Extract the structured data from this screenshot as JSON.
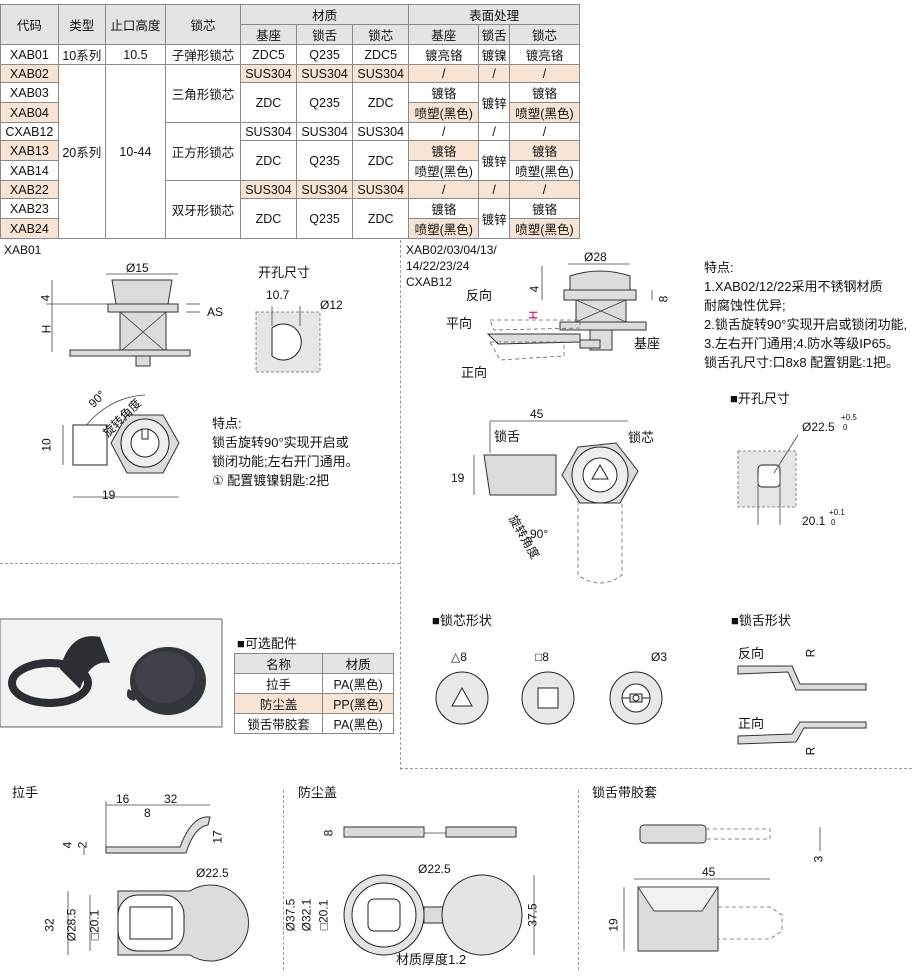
{
  "spec_table": {
    "headers": {
      "code": "代码",
      "type": "类型",
      "stop_height": "止口高度",
      "lock": "锁芯",
      "material": "材质",
      "surface": "表面处理"
    },
    "sub_headers": {
      "m_base": "基座",
      "m_tongue": "锁舌",
      "m_core": "锁芯",
      "s_base": "基座",
      "s_tongue": "锁舌",
      "s_core": "锁芯"
    },
    "rows": [
      {
        "code": "XAB01",
        "type": "10系列",
        "stop": "10.5",
        "lock": "子弹形锁芯",
        "m_base": "ZDC5",
        "m_tongue": "Q235",
        "m_core": "ZDC5",
        "s_base": "镀亮铬",
        "s_tongue": "镀镍",
        "s_core": "镀亮铬"
      },
      {
        "code": "XAB02"
      },
      {
        "code": "XAB03"
      },
      {
        "code": "XAB04"
      },
      {
        "code": "CXAB12"
      },
      {
        "code": "XAB13"
      },
      {
        "code": "XAB14"
      },
      {
        "code": "XAB22"
      },
      {
        "code": "XAB23"
      },
      {
        "code": "XAB24"
      }
    ],
    "type_20": "20系列",
    "stop_20": "10-44",
    "locks": {
      "triangle": "三角形锁芯",
      "square": "正方形锁芯",
      "double": "双牙形锁芯"
    },
    "sus": "SUS304",
    "zdc": "ZDC",
    "q235": "Q235",
    "slash": "/",
    "chrome": "镀铬",
    "spray": "喷塑(黑色)",
    "zinc": "镀锌"
  },
  "xab01": {
    "title": "XAB01",
    "d15": "Ø15",
    "dim4": "4",
    "dimH": "H",
    "AS": "AS",
    "hole_title": "开孔尺寸",
    "d107": "10.7",
    "d12": "Ø12",
    "angle": "90°",
    "rot": "旋转角度",
    "d10": "10",
    "d19": "19",
    "feat_title": "特点:",
    "feat1": "锁舌旋转90°实现开启或",
    "feat2": "锁闭功能;左右开门通用。",
    "feat3": "① 配置镀镍钥匙:2把"
  },
  "xab02": {
    "t1": "XAB02/03/04/13/",
    "t2": "14/22/23/24",
    "t3": "CXAB12",
    "d28": "Ø28",
    "d4": "4",
    "d8": "8",
    "H": "H",
    "rev": "反向",
    "flat": "平向",
    "fwd": "正向",
    "base": "基座",
    "feat_title": "特点:",
    "f1": "1.XAB02/12/22采用不锈钢材质",
    "f2": "耐腐蚀性优异;",
    "f3": "2.锁舌旋转90°实现开启或锁闭功能,",
    "f4": "3.左右开门通用;4.防水等级IP65。",
    "f5": "锁舌孔尺寸:口8x8  配置钥匙:1把。",
    "d45": "45",
    "tongue": "锁舌",
    "core": "锁芯",
    "d19": "19",
    "angle": "90°",
    "rot": "旋转角度",
    "hole_title": "■开孔尺寸",
    "d225": "Ø22.5",
    "tol_up": "+0.5",
    "tol_dn": "0",
    "d201": "20.1",
    "tol2_up": "+0.1",
    "tol2_dn": "0"
  },
  "accessory": {
    "title": "■可选配件",
    "headers": [
      "名称",
      "材质"
    ],
    "rows": [
      [
        "拉手",
        "PA(黑色)"
      ],
      [
        "防尘盖",
        "PP(黑色)"
      ],
      [
        "锁舌带胶套",
        "PA(黑色)"
      ]
    ]
  },
  "core_shape": {
    "title": "■锁芯形状",
    "tri": "△8",
    "sq": "□8",
    "d3": "Ø3"
  },
  "tongue_shape": {
    "title": "■锁舌形状",
    "rev": "反向",
    "fwd": "正向",
    "R": "R"
  },
  "handle": {
    "title": "拉手",
    "d16": "16",
    "d32": "32",
    "d8": "8",
    "d17": "17",
    "d4": "4",
    "d2": "2",
    "d225": "Ø22.5",
    "d32v": "32",
    "d285": "Ø28.5",
    "d201": "□20.1"
  },
  "dustcap": {
    "title": "防尘盖",
    "d8": "8",
    "d225": "Ø22.5",
    "d375": "Ø37.5",
    "d321": "Ø32.1",
    "d201": "□20.1",
    "d375r": "37.5",
    "thick": "材质厚度1.2"
  },
  "sleeve": {
    "title": "锁舌带胶套",
    "d3": "3",
    "d45": "45",
    "d19": "19"
  }
}
